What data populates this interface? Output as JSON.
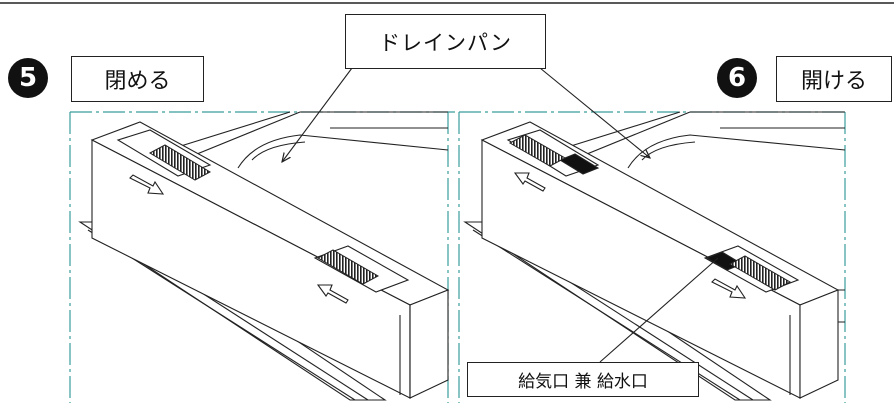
{
  "title_label": "ドレインパン",
  "step5": {
    "number": "5",
    "label": "閉める"
  },
  "step6": {
    "number": "6",
    "label": "開ける"
  },
  "bottom_label": "給気口 兼 給水口"
}
